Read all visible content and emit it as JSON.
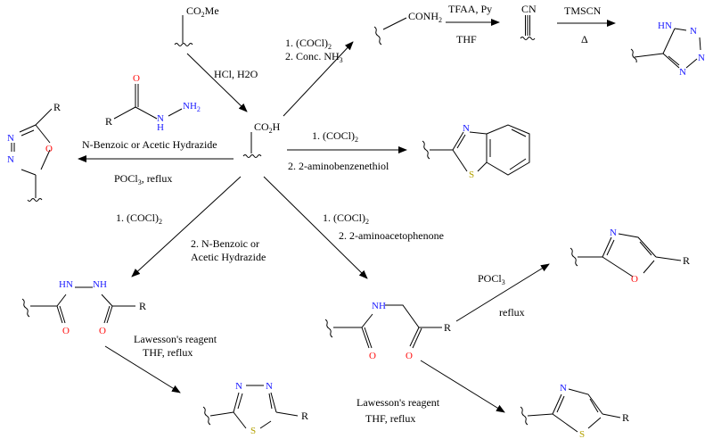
{
  "colors": {
    "nitrogen": "#1a1aff",
    "oxygen": "#ff0d0d",
    "sulfur": "#b3a100",
    "bond": "#000000"
  },
  "atoms": {
    "N": "N",
    "O": "O",
    "S": "S",
    "H": "H",
    "NH": "NH",
    "HN": "HN"
  },
  "groups": {
    "ester": "CO",
    "ester_sub": "2",
    "ester_tail": "Me",
    "acid": "CO",
    "acid_sub": "2",
    "acid_tail": "H",
    "amide": "CONH",
    "amide_sub": "2",
    "nitrile": "CN",
    "r": "R",
    "hydrazide_nh2": "NH",
    "hydrazide_nh2_sub": "2"
  },
  "reagents": {
    "hydrolysis": "HCl, H2O",
    "amidation_1": "1. (COCl)",
    "amidation_1_sub": "2",
    "amidation_2": "2. Conc. NH",
    "amidation_2_sub": "3",
    "dehydration_top": "TFAA, Py",
    "dehydration_bottom": "THF",
    "tetrazole_top": "TMSCN",
    "tetrazole_bottom": "Δ",
    "benzothiazole_1": "1. (COCl)",
    "benzothiazole_1_sub": "2",
    "benzothiazole_2": "2. 2-aminobenzenethiol",
    "oxadiazole_top": "N-Benzoic or Acetic Hydrazide",
    "oxadiazole_bottom": "POCl",
    "oxadiazole_bottom_sub": "3",
    "oxadiazole_bottom_tail": ", reflux",
    "diacyl_1": "1. (COCl)",
    "diacyl_1_sub": "2",
    "diacyl_2a": "2. N-Benzoic or",
    "diacyl_2b": "Acetic Hydrazide",
    "ketoamide_1": "1. (COCl)",
    "ketoamide_1_sub": "2",
    "ketoamide_2": "2. 2-aminoacetophenone",
    "oxazole_top": "POCl",
    "oxazole_top_sub": "3",
    "oxazole_bottom": "reflux",
    "thiadiazole_1": "Lawesson's reagent",
    "thiadiazole_2": "THF, reflux",
    "thiazole_1": "Lawesson's reagent",
    "thiazole_2": "THF, reflux"
  }
}
